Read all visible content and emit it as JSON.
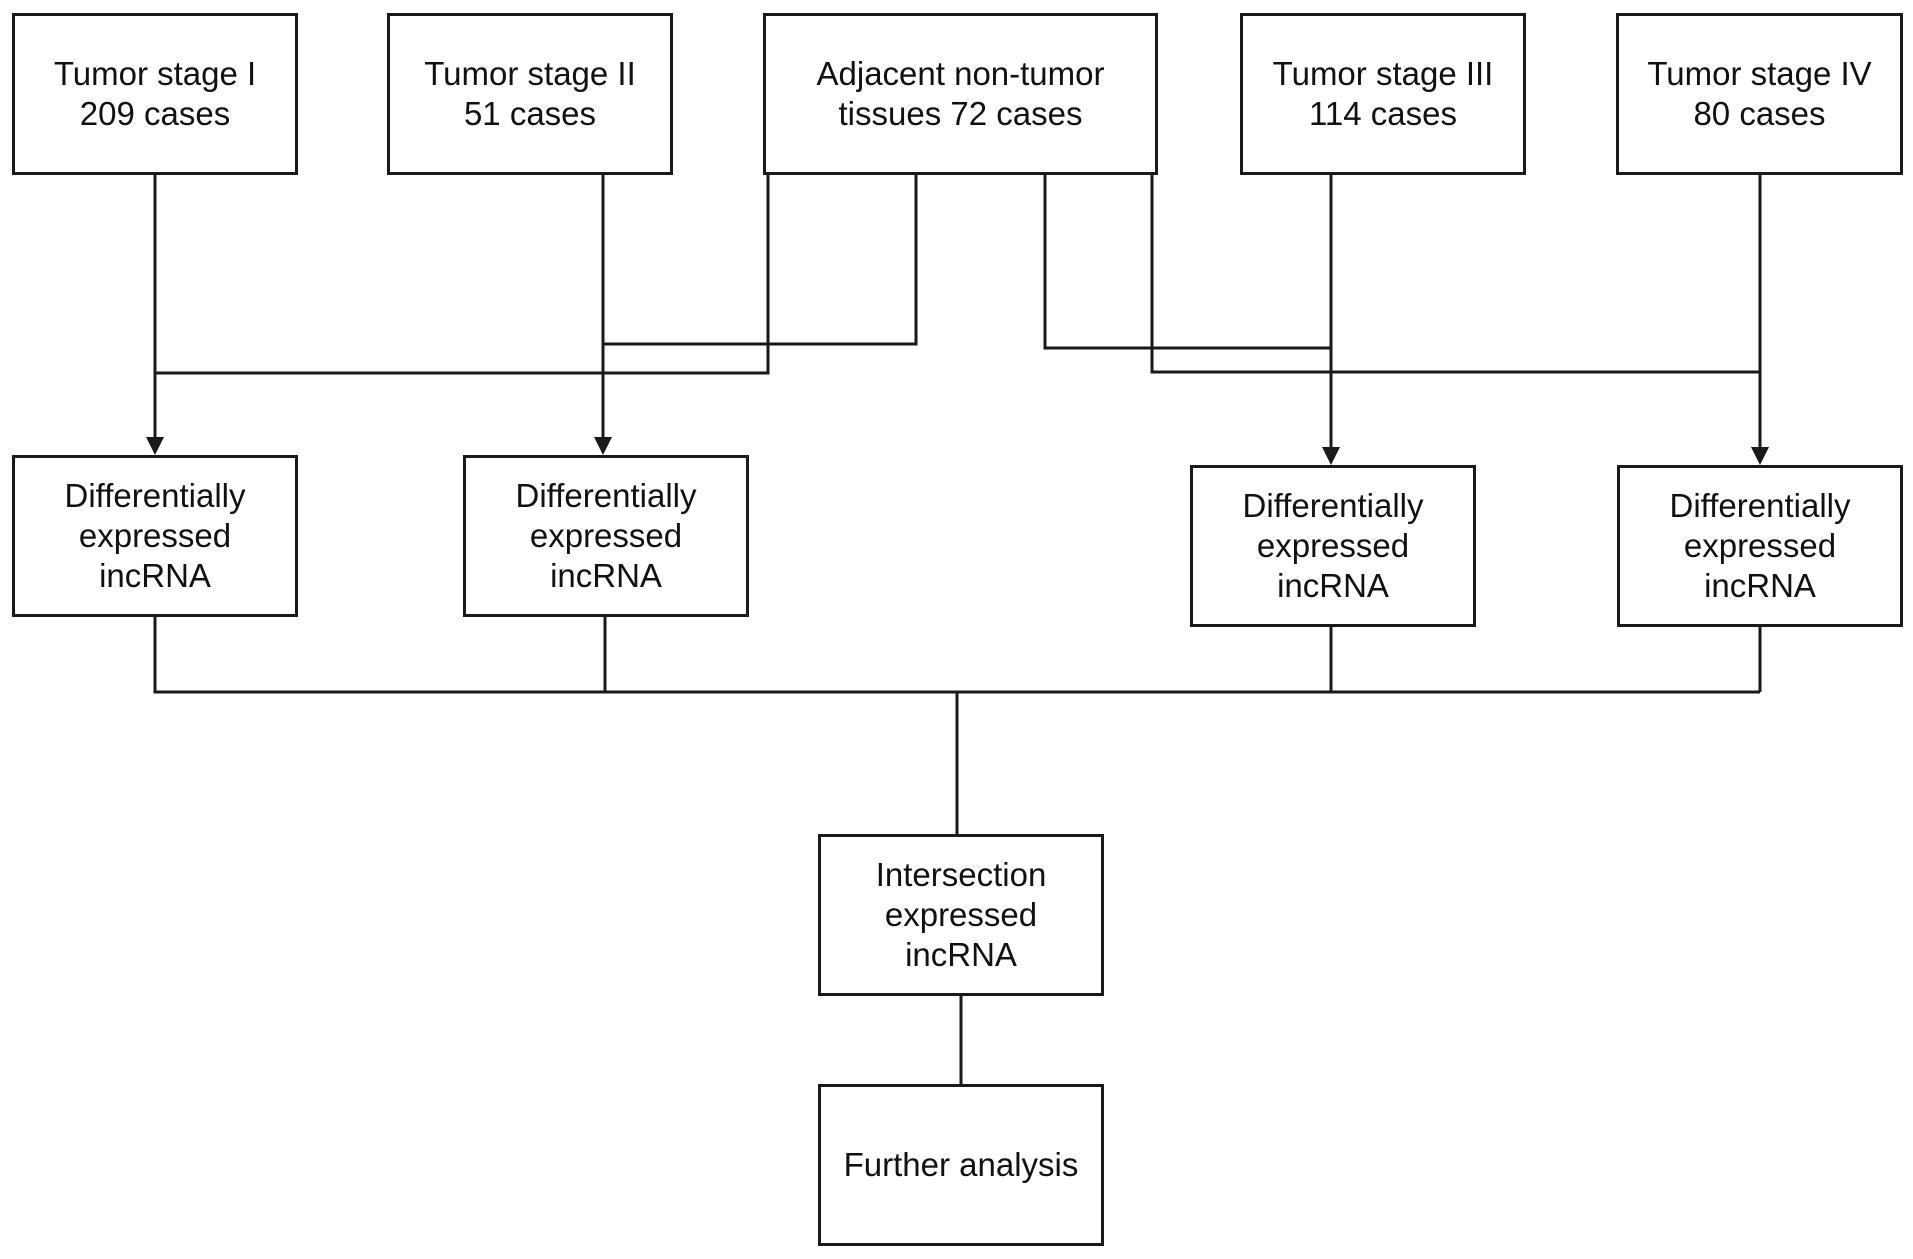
{
  "sources": [
    {
      "id": "stage1",
      "lines": [
        "Tumor stage I",
        "209 cases"
      ]
    },
    {
      "id": "stage2",
      "lines": [
        "Tumor stage II",
        "51 cases"
      ]
    },
    {
      "id": "adjacent",
      "lines": [
        "Adjacent non-tumor",
        "tissues 72 cases"
      ]
    },
    {
      "id": "stage3",
      "lines": [
        "Tumor stage III",
        "114 cases"
      ]
    },
    {
      "id": "stage4",
      "lines": [
        "Tumor stage IV",
        "80 cases"
      ]
    }
  ],
  "degs": [
    {
      "id": "deg1",
      "lines": [
        "Differentially",
        "expressed",
        "incRNA"
      ]
    },
    {
      "id": "deg2",
      "lines": [
        "Differentially",
        "expressed",
        "incRNA"
      ]
    },
    {
      "id": "deg3",
      "lines": [
        "Differentially",
        "expressed",
        "incRNA"
      ]
    },
    {
      "id": "deg4",
      "lines": [
        "Differentially",
        "expressed",
        "incRNA"
      ]
    }
  ],
  "intersection": {
    "lines": [
      "Intersection",
      "expressed",
      "incRNA"
    ]
  },
  "further": {
    "lines": [
      "Further analysis"
    ]
  },
  "colors": {
    "stroke": "#1a1a1a",
    "background": "#ffffff"
  }
}
